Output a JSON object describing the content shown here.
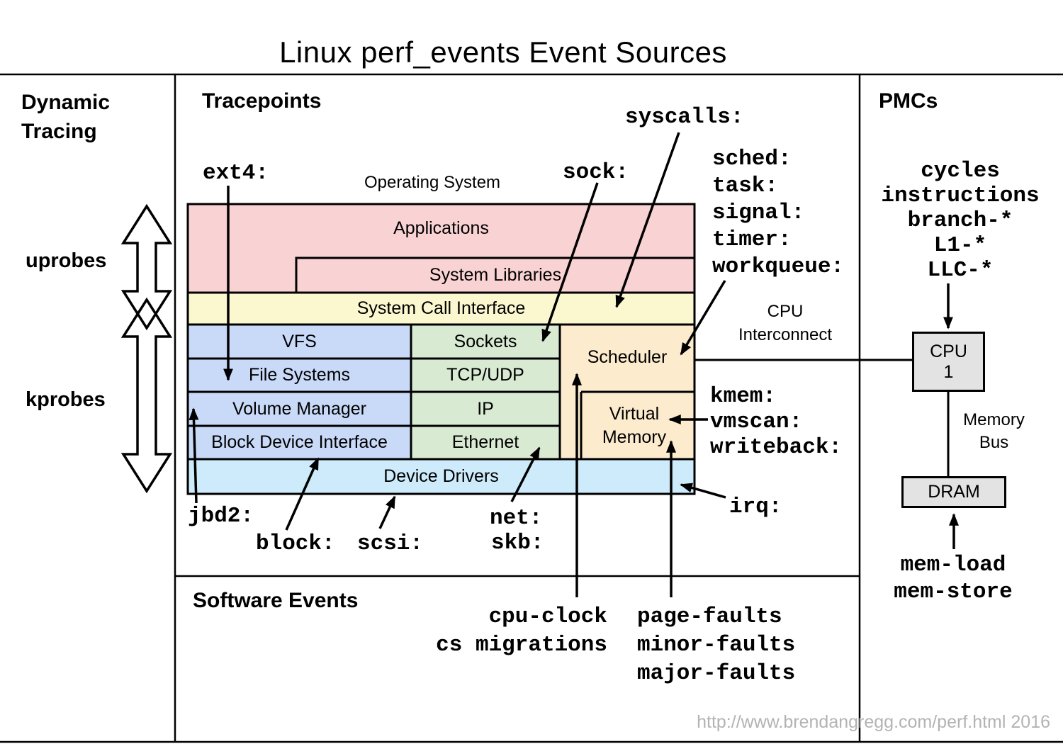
{
  "title": "Linux perf_events Event Sources",
  "footer_url": "http://www.brendangregg.com/perf.html 2016",
  "colors": {
    "app_pink": "#F9D2D3",
    "syscall_yellow": "#FBF8D0",
    "storage_blue": "#C9DAF8",
    "network_green": "#D9EAD3",
    "kernel_orange": "#FCEBCD",
    "driver_cyan": "#CDEBFA",
    "hw_gray": "#E3E3E3",
    "line_black": "#000000",
    "url_gray": "#B3B3B3"
  },
  "panels": {
    "dynamic_tracing": {
      "heading_line1": "Dynamic",
      "heading_line2": "Tracing",
      "uprobes": "uprobes",
      "kprobes": "kprobes"
    },
    "tracepoints": {
      "heading": "Tracepoints"
    },
    "software_events": {
      "heading": "Software Events"
    },
    "pmcs": {
      "heading": "PMCs"
    }
  },
  "os": {
    "caption": "Operating System",
    "applications": "Applications",
    "system_libraries": "System Libraries",
    "system_call_interface": "System Call Interface",
    "storage_rows": [
      "VFS",
      "File Systems",
      "Volume Manager",
      "Block Device Interface"
    ],
    "network_rows": [
      "Sockets",
      "TCP/UDP",
      "IP",
      "Ethernet"
    ],
    "scheduler": "Scheduler",
    "virtual_memory_line1": "Virtual",
    "virtual_memory_line2": "Memory",
    "device_drivers": "Device Drivers",
    "cpu_interconnect_line1": "CPU",
    "cpu_interconnect_line2": "Interconnect"
  },
  "tracepoint_labels": {
    "ext4": "ext4:",
    "sock": "sock:",
    "syscalls": "syscalls:",
    "sched_group": [
      "sched:",
      "task:",
      "signal:",
      "timer:",
      "workqueue:"
    ],
    "mem_group": [
      "kmem:",
      "vmscan:",
      "writeback:"
    ],
    "irq": "irq:",
    "jbd2": "jbd2:",
    "block": "block:",
    "scsi": "scsi:",
    "net": "net:",
    "skb": "skb:"
  },
  "software_event_labels": {
    "cpu_clock": "cpu-clock",
    "cs_migrations": "cs migrations",
    "faults": [
      "page-faults",
      "minor-faults",
      "major-faults"
    ]
  },
  "pmc_labels": {
    "counters": [
      "cycles",
      "instructions",
      "branch-*",
      "L1-*",
      "LLC-*"
    ],
    "cpu_line1": "CPU",
    "cpu_line2": "1",
    "dram": "DRAM",
    "memory_bus_line1": "Memory",
    "memory_bus_line2": "Bus",
    "mem_events": [
      "mem-load",
      "mem-store"
    ]
  }
}
